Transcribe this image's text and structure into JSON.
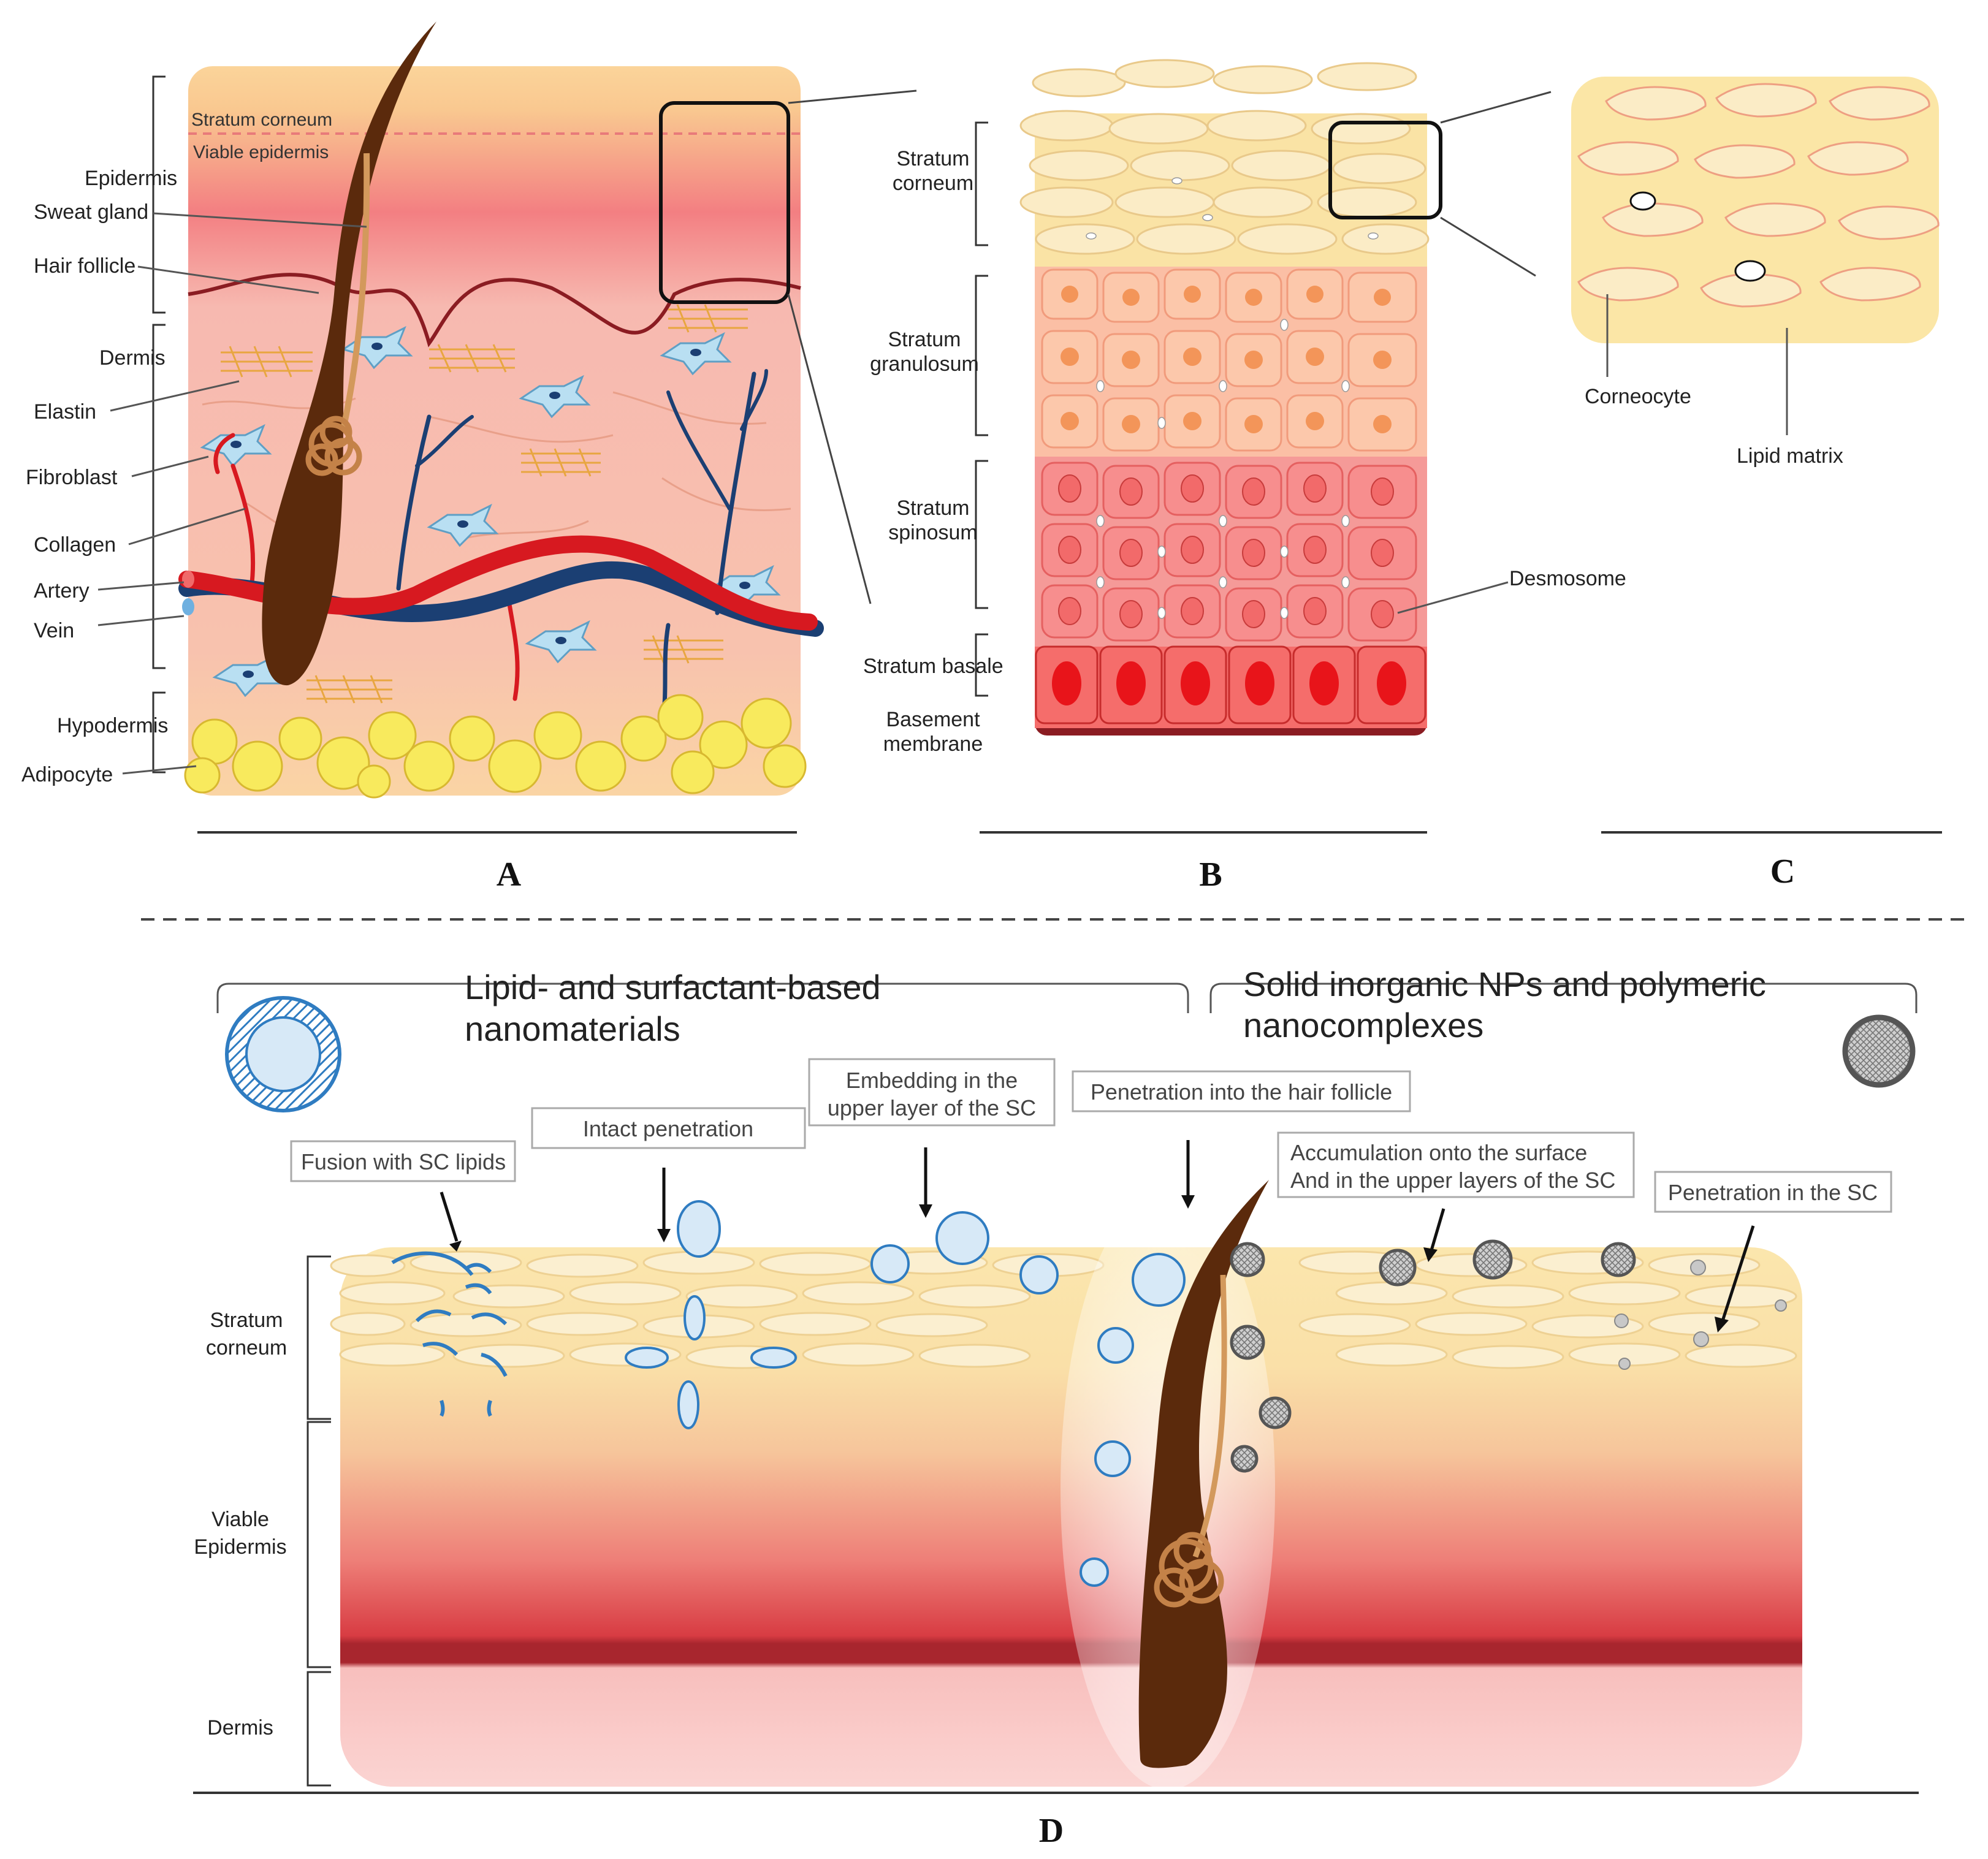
{
  "colors": {
    "stratum_corneum": "#fae3a5",
    "viable_epidermis": "#f7b3ae",
    "dark_band": "#a8262e",
    "dermis": "#f6c1bf",
    "artery": "#d71920",
    "vein": "#1b3f73",
    "hair": "#5b2a0c",
    "lipid_np": "#2f7cc1",
    "solid_np": "#666666"
  },
  "panels": {
    "a": {
      "letter": "A",
      "labels": {
        "stratum_corneum": "Stratum corneum",
        "viable_epidermis": "Viable epidermis",
        "epidermis": "Epidermis",
        "sweat_gland": "Sweat gland",
        "hair_follicle": "Hair follicle",
        "dermis": "Dermis",
        "elastin": "Elastin",
        "fibroblast": "Fibroblast",
        "collagen": "Collagen",
        "artery": "Artery",
        "vein": "Vein",
        "hypodermis": "Hypodermis",
        "adipocyte": "Adipocyte"
      }
    },
    "b": {
      "letter": "B",
      "labels": {
        "stratum_corneum": [
          "Stratum",
          "corneum"
        ],
        "stratum_granulosum": [
          "Stratum",
          "granulosum"
        ],
        "stratum_spinosum": [
          "Stratum",
          "spinosum"
        ],
        "stratum_basale": "Stratum basale",
        "basement_membrane": [
          "Basement",
          "membrane"
        ],
        "desmosome": "Desmosome"
      }
    },
    "c": {
      "letter": "C",
      "labels": {
        "corneocyte": "Corneocyte",
        "lipid_matrix": "Lipid matrix"
      }
    },
    "d": {
      "letter": "D",
      "group_left": [
        "Lipid- and surfactant-based",
        "nanomaterials"
      ],
      "group_right": [
        "Solid inorganic NPs and polymeric",
        "nanocomplexes"
      ],
      "layers": {
        "stratum_corneum": [
          "Stratum",
          "corneum"
        ],
        "viable_epidermis": [
          "Viable",
          "Epidermis"
        ],
        "dermis": "Dermis"
      },
      "pathways": {
        "fusion": "Fusion with SC lipids",
        "intact": "Intact penetration",
        "embedding": [
          "Embedding in the",
          "upper layer of the SC"
        ],
        "follicle": "Penetration into the hair follicle",
        "accumulation": [
          "Accumulation onto the surface",
          "And in the upper layers of the SC"
        ],
        "penetration_sc": "Penetration in the SC"
      }
    }
  }
}
